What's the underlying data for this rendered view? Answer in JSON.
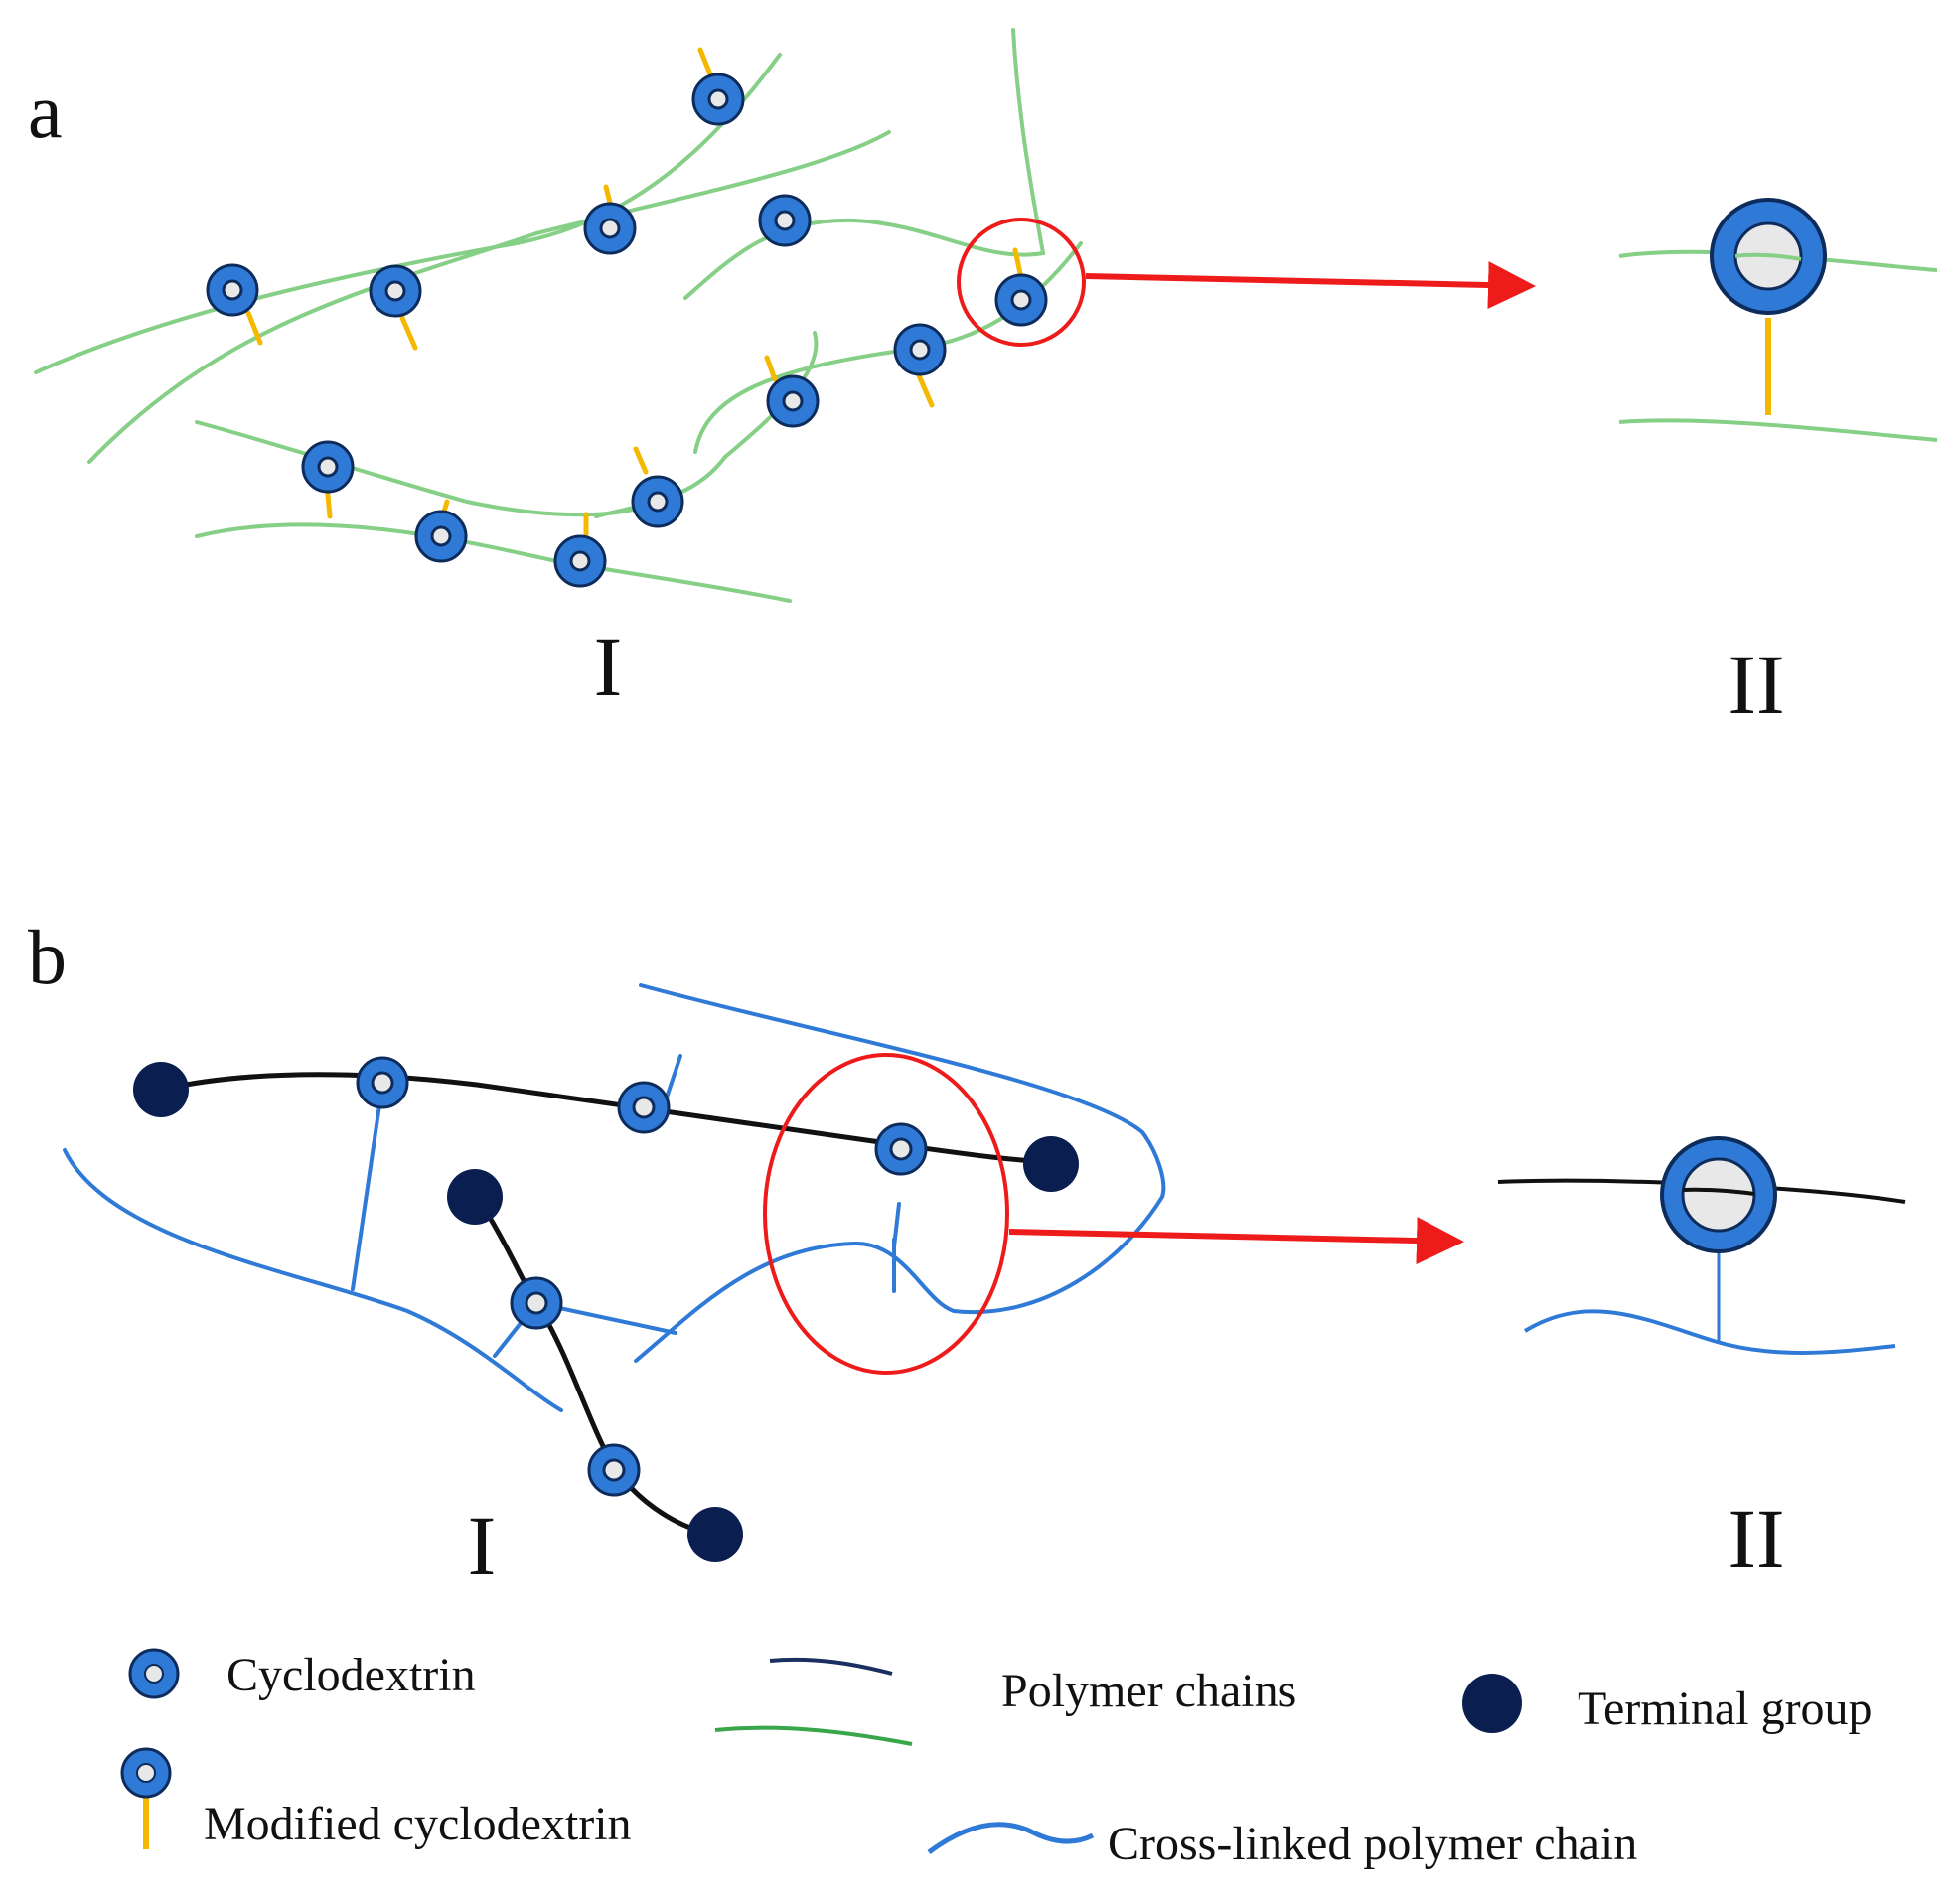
{
  "figure": {
    "panel_a": {
      "letter": "a",
      "label_I": "I",
      "label_II": "II"
    },
    "panel_b": {
      "letter": "b",
      "label_I": "I",
      "label_II": "II"
    },
    "legend": {
      "cyclodextrin": "Cyclodextrin",
      "modified_cyclodextrin": "Modified cyclodextrin",
      "polymer_chains": "Polymer chains",
      "cross_linked": "Cross-linked polymer chain",
      "terminal_group": "Terminal group"
    }
  },
  "colors": {
    "green_chain": "#86cf86",
    "black_chain": "#111111",
    "navy_chain": "#1b2f63",
    "blue_chain": "#2f7ad6",
    "ring_fill": "#2f7ad6",
    "ring_stroke": "#0d2c5c",
    "ring_hole": "#e8e8e8",
    "linker": "#f5b800",
    "terminal": "#0a1f4f",
    "highlight": "#ee1b1b"
  }
}
